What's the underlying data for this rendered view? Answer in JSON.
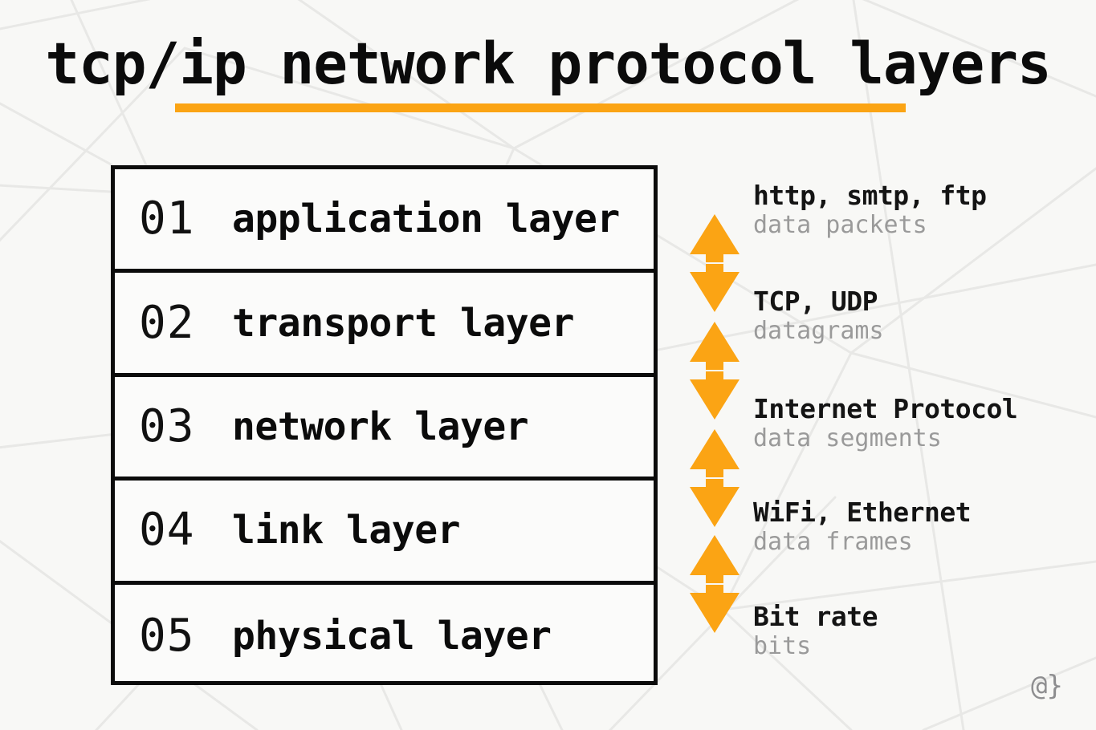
{
  "header": {
    "title": "tcp/ip network protocol layers",
    "underline_color": "#FBA414"
  },
  "theme": {
    "accent": "#FBA414",
    "ink": "#0b0b0b",
    "muted": "#9a9a9a",
    "background": "#f8f8f6",
    "panel": "#fbfbfa"
  },
  "layers": [
    {
      "number": "01",
      "name": "application layer"
    },
    {
      "number": "02",
      "name": "transport layer"
    },
    {
      "number": "03",
      "name": "network layer"
    },
    {
      "number": "04",
      "name": "link layer"
    },
    {
      "number": "05",
      "name": "physical layer"
    }
  ],
  "annotations": [
    {
      "primary": "http, smtp, ftp",
      "secondary": "data packets"
    },
    {
      "primary": "TCP, UDP",
      "secondary": "datagrams"
    },
    {
      "primary": "Internet Protocol",
      "secondary": "data segments"
    },
    {
      "primary": "WiFi, Ethernet",
      "secondary": "data frames"
    },
    {
      "primary": "Bit rate",
      "secondary": "bits"
    }
  ],
  "arrows": {
    "count": 4,
    "color": "#FBA414",
    "style": "double-headed-vertical"
  },
  "footer": {
    "corner_mark": "@}"
  }
}
